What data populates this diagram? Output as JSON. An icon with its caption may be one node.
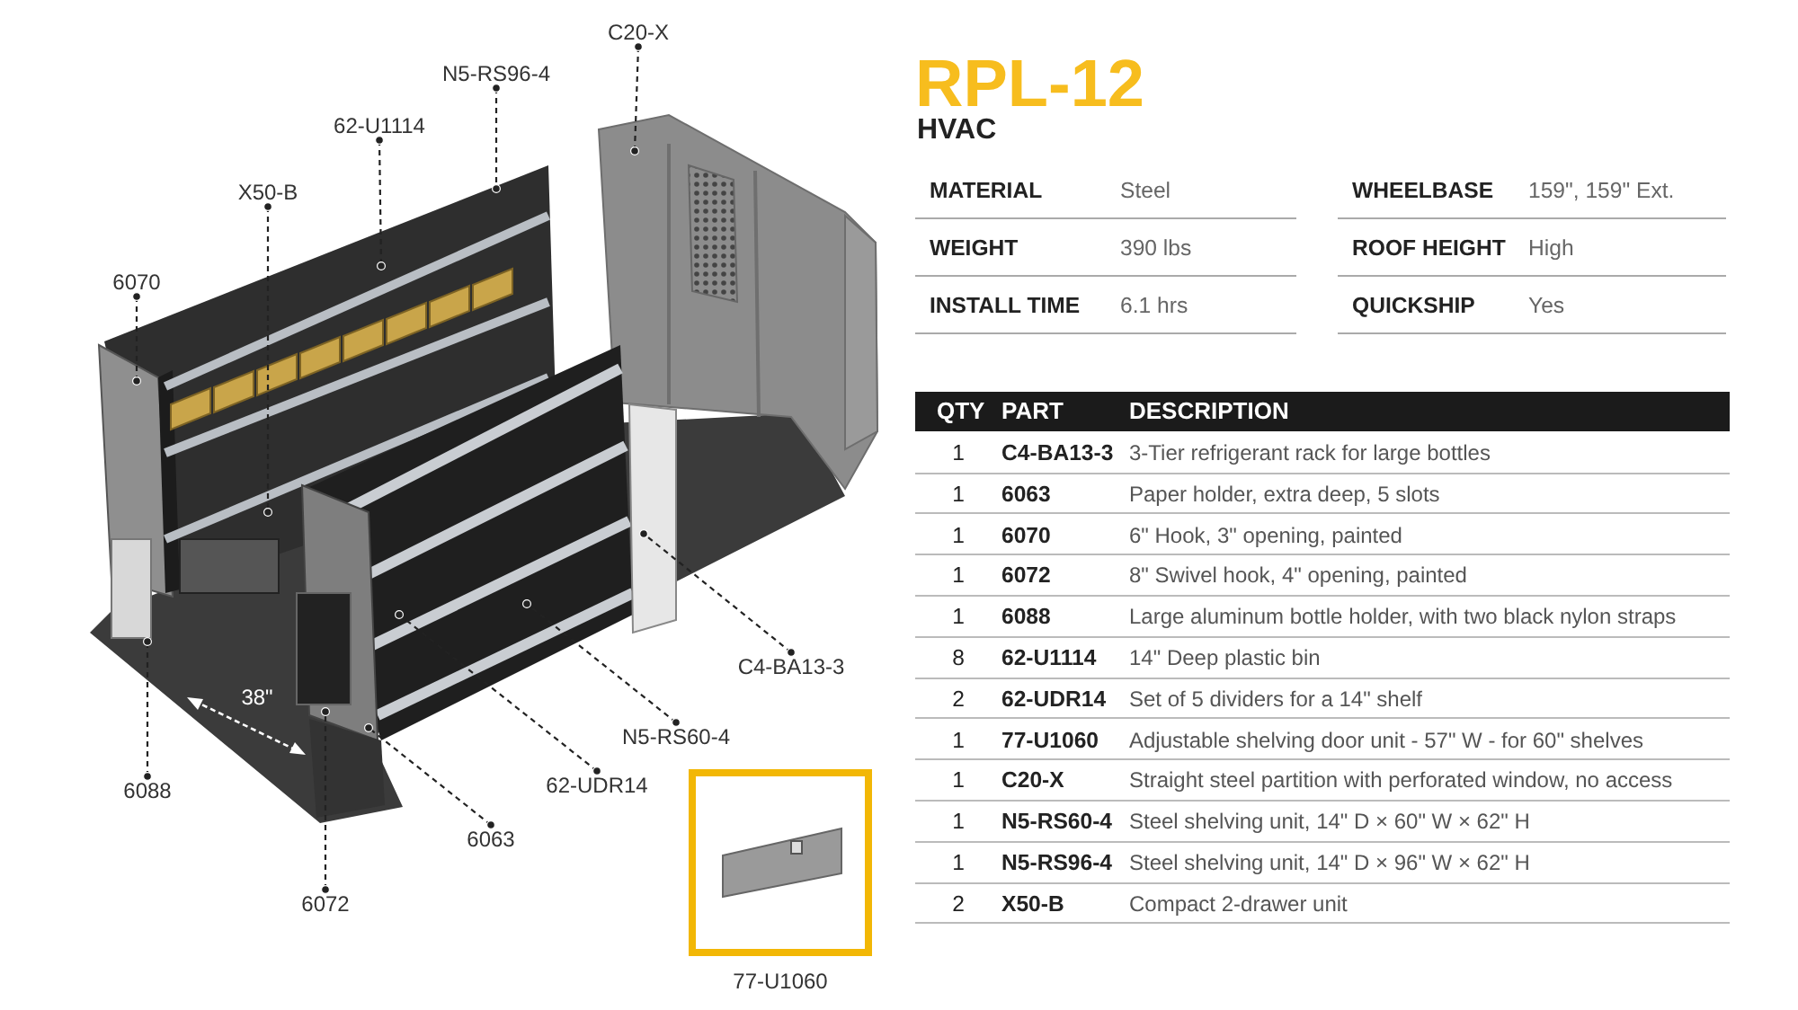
{
  "diagram": {
    "title": "RPL-12",
    "nodes": [
      {
        "text": [
          "C20-X"
        ]
      },
      {
        "text": [
          "N5-RS96-4"
        ]
      },
      {
        "text": [
          "62-U1114"
        ]
      },
      {
        "text": [
          "X50-B"
        ]
      },
      {
        "text": [
          "6070"
        ]
      },
      {
        "text": [
          "C4-BA13-3"
        ]
      },
      {
        "text": [
          "N5-RS60-4"
        ]
      },
      {
        "text": [
          "62-UDR14"
        ]
      },
      {
        "text": [
          "6088"
        ]
      },
      {
        "text": [
          "6063"
        ]
      },
      {
        "text": [
          "6072"
        ]
      },
      {
        "text": [
          "77-U1060"
        ]
      }
    ],
    "edges": [
      {
        "from": 0,
        "to": null,
        "arrow": "other",
        "style": "dashed"
      },
      {
        "from": 1,
        "to": null,
        "arrow": "other",
        "style": "dashed"
      },
      {
        "from": 2,
        "to": null,
        "arrow": "other",
        "style": "dashed"
      },
      {
        "from": 3,
        "to": null,
        "arrow": "other",
        "style": "dashed"
      },
      {
        "from": 4,
        "to": null,
        "arrow": "other",
        "style": "dashed"
      },
      {
        "from": 5,
        "to": null,
        "arrow": "other",
        "style": "dashed"
      },
      {
        "from": 6,
        "to": null,
        "arrow": "other",
        "style": "dashed"
      },
      {
        "from": 7,
        "to": null,
        "arrow": "other",
        "style": "dashed"
      },
      {
        "from": 8,
        "to": null,
        "arrow": "other",
        "style": "dashed"
      },
      {
        "from": 9,
        "to": null,
        "arrow": "other",
        "style": "dashed"
      },
      {
        "from": 10,
        "to": null,
        "arrow": "other",
        "style": "dashed"
      }
    ],
    "labels": [
      "HVAC",
      "MATERIAL",
      "Steel",
      "WHEELBASE",
      "159\", 159\" Ext.",
      "WEIGHT",
      "390 lbs",
      "ROOF HEIGHT",
      "High",
      "INSTALL TIME",
      "6.1 hrs",
      "QUICKSHIP",
      "Yes",
      "QTY",
      "PART",
      "DESCRIPTION",
      "1",
      "C4-BA13-3",
      "3-Tier refrigerant rack for large bottles",
      "1",
      "6063",
      "Paper holder, extra deep, 5 slots",
      "1",
      "6070",
      "6\" Hook, 3\" opening, painted",
      "1",
      "6072",
      "8\" Swivel hook, 4\" opening, painted",
      "1",
      "6088",
      "Large aluminum bottle holder, with two black nylon straps",
      "8",
      "62-U1114",
      "14\" Deep plastic bin",
      "2",
      "62-UDR14",
      "Set of 5 dividers for a 14\" shelf",
      "1",
      "77-U1060",
      "Adjustable shelving door unit - 57\" W - for 60\" shelves",
      "1",
      "C20-X",
      "Straight steel partition with perforated window, no access",
      "1",
      "N5-RS60-4",
      "Steel shelving unit, 14\" D × 60\" W × 62\" H",
      "1",
      "N5-RS96-4",
      "Steel shelving unit, 14\" D × 96\" W × 62\" H",
      "2",
      "X50-B",
      "Compact 2-drawer unit",
      "38\""
    ]
  }
}
